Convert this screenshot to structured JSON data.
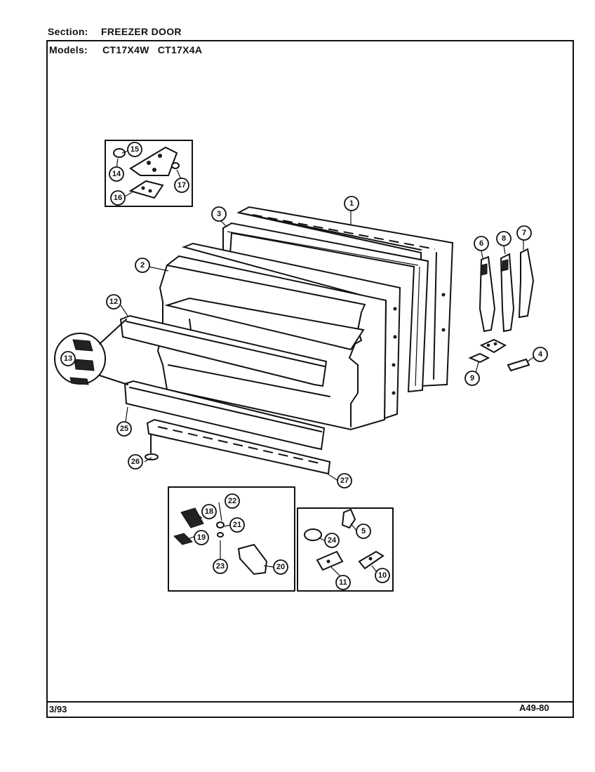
{
  "header": {
    "section_label": "Section:",
    "section_value": "FREEZER DOOR",
    "models_label": "Models:",
    "model_1": "CT17X4W",
    "model_2": "CT17X4A"
  },
  "footer": {
    "date": "3/93",
    "code": "A49-80"
  },
  "callouts": {
    "c1": "1",
    "c2": "2",
    "c3": "3",
    "c4": "4",
    "c5": "5",
    "c6": "6",
    "c7": "7",
    "c8": "8",
    "c9": "9",
    "c10": "10",
    "c11": "11",
    "c12": "12",
    "c13": "13",
    "c14": "14",
    "c15": "15",
    "c16": "16",
    "c17": "17",
    "c18": "18",
    "c19": "19",
    "c20": "20",
    "c21": "21",
    "c22": "22",
    "c23": "23",
    "c24": "24",
    "c25": "25",
    "c26": "26",
    "c27": "27"
  }
}
